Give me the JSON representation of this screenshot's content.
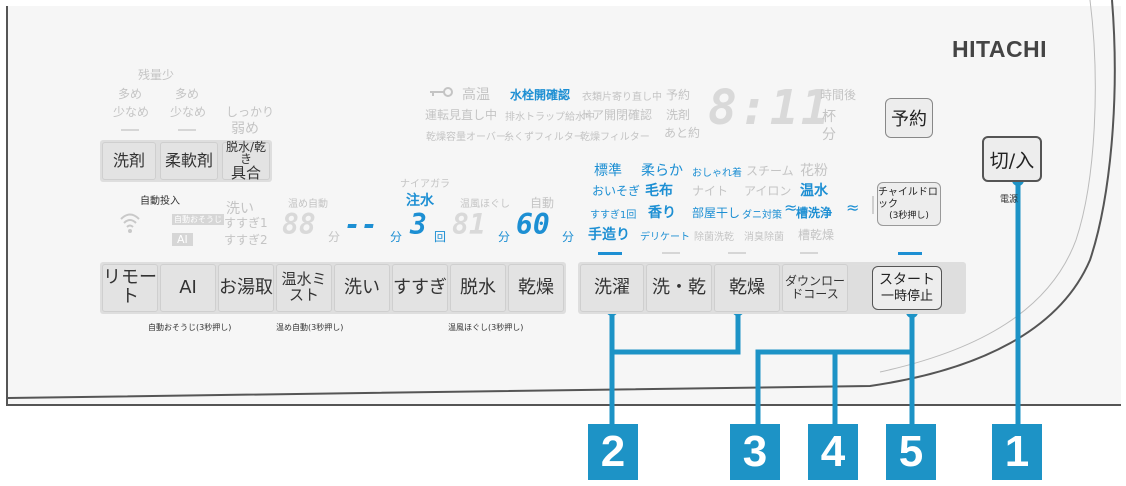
{
  "brand": "HITACHI",
  "left_labels": {
    "residual": "残量少",
    "more1": "多め",
    "more2": "多め",
    "less1": "少なめ",
    "less2": "少なめ",
    "firm": "しっかり",
    "weak": "弱め"
  },
  "left_keys": {
    "detergent": "洗剤",
    "softener": "柔軟剤",
    "rinse_amount_line1": "脱水/乾き",
    "rinse_amount_line2": "具合"
  },
  "auto_feed": "自動投入",
  "left_small": {
    "auto_wash": "自動おそうじ",
    "ai": "AI",
    "wash": "洗い",
    "rinse1": "すすぎ1",
    "rinse2": "すすぎ2"
  },
  "timer_labels": {
    "warm_auto": "温め自動",
    "naiagara": "ナイアガラ",
    "water_pour": "注水",
    "warm_loosen": "温風ほぐし",
    "auto": "自動"
  },
  "timer_units": {
    "min1": "分",
    "min2": "分",
    "times": "回",
    "min3": "分",
    "min4": "分"
  },
  "timer_digits": {
    "d1": "88",
    "d2": "--",
    "d3": "3",
    "d4": "81",
    "d5": "60"
  },
  "status": {
    "lock_icon": "key-icon",
    "high_temp": "高温",
    "water_plug": "水栓開確認",
    "clothes_lean": "衣類片寄り直し中",
    "reverse_fix": "運転見直し中",
    "drain_check": "排水トラップ給水中",
    "door_check": "ドア開閉確認",
    "dry_over": "乾燥容量オーバー",
    "lint_filter": "糸くずフィルター",
    "dry_filter": "乾燥フィルター",
    "reserve": "予約",
    "detergent": "洗剤",
    "remain": "あと約",
    "after_time": "時間後",
    "cups": "杯",
    "minutes": "分"
  },
  "display_digits": "8:11",
  "reserve_button": "予約",
  "power_button": "切/入",
  "power_label": "電源",
  "course_grid": {
    "r1": [
      "標準",
      "柔らか",
      "おしゃれ着",
      "スチーム",
      "花粉"
    ],
    "r2": [
      "おいそぎ",
      "毛布",
      "ナイト",
      "アイロン",
      "温水"
    ],
    "r3": [
      "すすぎ1回",
      "香り",
      "部屋干し",
      "ダニ対策",
      "槽洗浄"
    ],
    "r4": [
      "手造り",
      "デリケート",
      "除菌洗乾",
      "消臭除菌",
      "槽乾燥"
    ]
  },
  "child_lock_line1": "チャイルドロック",
  "child_lock_line2": "(3秒押し)",
  "bottom_left_keys": [
    "リモート",
    "AI",
    "お湯取",
    "温水ミスト",
    "洗い",
    "すすぎ",
    "脱水",
    "乾燥"
  ],
  "bottom_sub": {
    "auto_clean": "自動おそうじ(3秒押し)",
    "warm_auto": "温め自動(3秒押し)",
    "warm_loosen": "温風ほぐし(3秒押し)"
  },
  "bottom_right_keys": [
    "洗濯",
    "洗・乾",
    "乾燥",
    "ダウンロードコース"
  ],
  "start_line1": "スタート",
  "start_line2": "一時停止",
  "callouts": [
    "2",
    "3",
    "4",
    "5",
    "1"
  ],
  "accent_color": "#1d93c6"
}
